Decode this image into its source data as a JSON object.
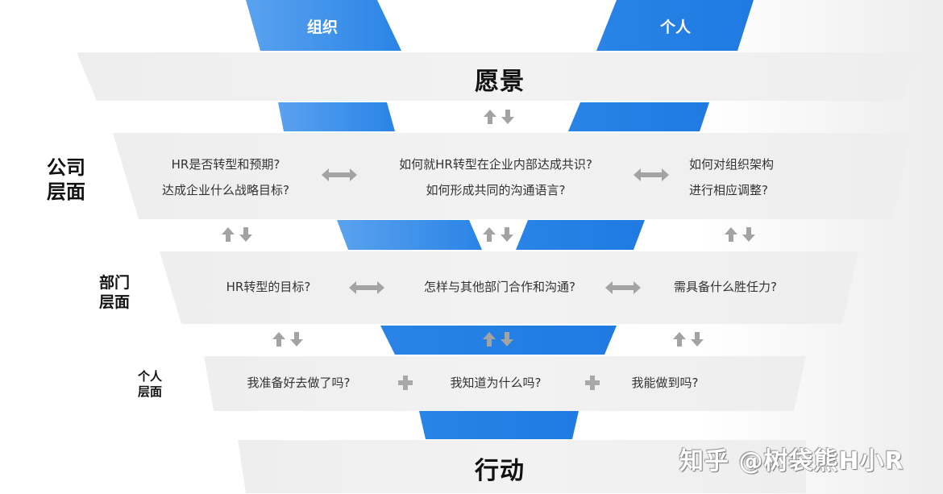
{
  "colors": {
    "blue": "#2580e4",
    "blue_light": "#4a97ea",
    "band": "#f0f0f0",
    "arrow_gray": "#a3a3a3",
    "text": "#333333",
    "title": "#111111"
  },
  "header": {
    "org_label": "组织",
    "personal_label": "个人"
  },
  "vision": {
    "title": "愿景"
  },
  "company_level": {
    "label_line1": "公司",
    "label_line2": "层面",
    "col1": [
      "HR是否转型和预期?",
      "达成企业什么战略目标?"
    ],
    "col2": [
      "如何就HR转型在企业内部达成共识?",
      "如何形成共同的沟通语言?"
    ],
    "col3": [
      "如何对组织架构",
      "进行相应调整?"
    ]
  },
  "department_level": {
    "label_line1": "部门",
    "label_line2": "层面",
    "col1": "HR转型的目标?",
    "col2": "怎样与其他部门合作和沟通?",
    "col3": "需具备什么胜任力?"
  },
  "personal_level": {
    "label_line1": "个人",
    "label_line2": "层面",
    "col1": "我准备好去做了吗?",
    "col2": "我知道为什么吗?",
    "col3": "我能做到吗?"
  },
  "action": {
    "title": "行动"
  },
  "icons": {
    "updown": "up-down-arrows-icon",
    "bidirectional": "left-right-arrow-icon",
    "plus": "plus-icon"
  },
  "watermark": {
    "text": "知乎 @树袋熊H小R"
  }
}
